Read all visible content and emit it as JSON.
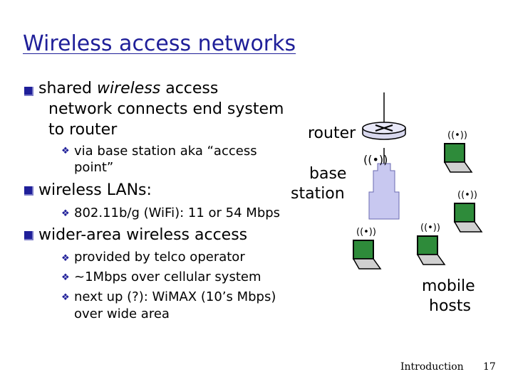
{
  "slide": {
    "title": "Wireless access networks",
    "bullets": {
      "b1_line1_pre": "shared ",
      "b1_line1_italic": "wireless",
      "b1_line1_post": " access",
      "b1_line2": "network connects end system",
      "b1_line3": "to router",
      "b1_sub1_line1": "via base station aka “access",
      "b1_sub1_line2": "point”",
      "b2": "wireless LANs:",
      "b2_sub1": "802.11b/g (WiFi): 11 or 54  Mbps",
      "b3": "wider-area wireless access",
      "b3_sub1": "provided by telco operator",
      "b3_sub2": "~1Mbps over cellular system",
      "b3_sub3_line1": "next up (?): WiMAX (10’s Mbps)",
      "b3_sub3_line2": "over wide area"
    },
    "diagram": {
      "router_label": "router",
      "base_label_1": "base",
      "base_label_2": "station",
      "mobile_label_1": "mobile",
      "mobile_label_2": "hosts"
    },
    "footer": {
      "section": "Introduction",
      "page": "17"
    }
  },
  "colors": {
    "title": "#1f1f99",
    "bullet": "#1f1f99",
    "laptop_screen": "#2e8b3a",
    "tower": "#c8c8f0"
  }
}
